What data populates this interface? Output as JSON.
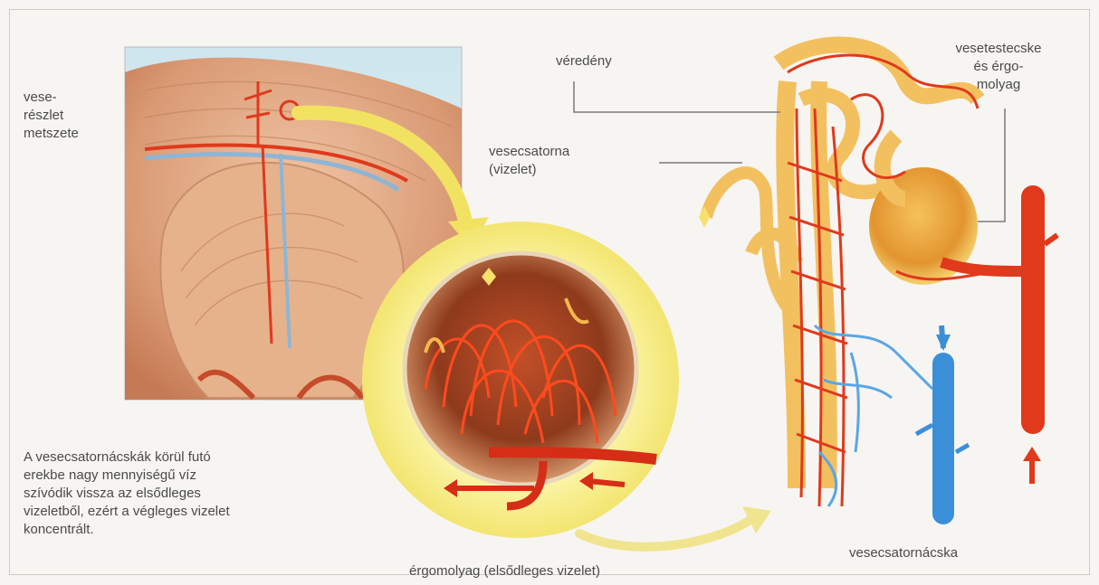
{
  "labels": {
    "vesereszlet": "vese-\nrészlet\nmetszete",
    "veredeny": "véredény",
    "vesetestecske": "vesetestecske\nés érgo-\nmolyag",
    "vesecsatorna": "vesecsatorna\n(vizelet)",
    "note": "A vesecsatornácskák körül futó\nerekbe nagy mennyiségű víz\nszívódik vissza az elsődleges\nvizeletből, ezért a végleges vizelet\nkoncentrált.",
    "ergomolyag": "érgomolyag (elsődleges vizelet)",
    "vesecsatornacska": "vesecsatornácska"
  },
  "colors": {
    "artery": "#e0391c",
    "vein": "#3b8fd8",
    "tubule": "#f0b040",
    "tissue": "#e2a57e",
    "highlight": "#f5ec70"
  }
}
